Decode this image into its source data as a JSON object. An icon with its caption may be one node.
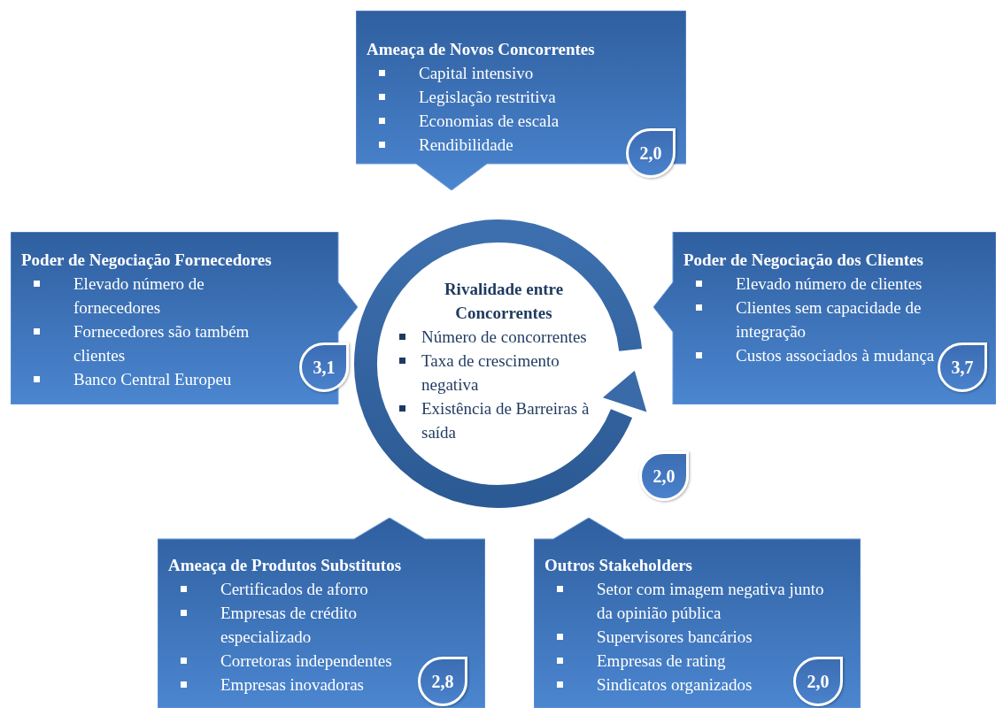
{
  "diagram": {
    "nodes": [
      {
        "text": [
          "Ameaça de Novos Concorrentes",
          "Capital intensivo",
          "Legislação restritiva",
          "Economias de escala",
          "Rendibilidade"
        ]
      },
      {
        "text": [
          "2,0"
        ],
        "in": 0
      },
      {
        "text": [
          "Poder de Negociação Fornecedores",
          "Elevado número de fornecedores",
          "Fornecedores são também clientes",
          "Banco Central Europeu"
        ]
      },
      {
        "text": [
          "3,1"
        ],
        "in": 2
      },
      {
        "text": [
          "Rivalidade entre Concorrentes",
          "Número de concorrentes",
          "Taxa de crescimento negativa",
          "Existência de Barreiras à saída"
        ]
      },
      {
        "text": [
          "Poder de Negociação dos Clientes",
          "Elevado número de clientes",
          "Clientes sem capacidade de integração",
          "Custos associados à mudança"
        ]
      },
      {
        "text": [
          "3,7"
        ],
        "in": 5
      },
      {
        "text": [
          "2,0"
        ]
      },
      {
        "text": [
          "Ameaça de Produtos Substitutos",
          "Certificados de aforro",
          "Empresas de crédito especializado",
          "Corretoras independentes",
          "Empresas inovadoras"
        ]
      },
      {
        "text": [
          "2,8"
        ],
        "in": 8
      },
      {
        "text": [
          "Outros Stakeholders",
          "Setor com imagem negativa junto da opinião pública",
          "Supervisores bancários",
          "Empresas de rating",
          "Sindicatos organizados"
        ]
      },
      {
        "text": [
          "2,0"
        ],
        "in": 10
      }
    ]
  }
}
